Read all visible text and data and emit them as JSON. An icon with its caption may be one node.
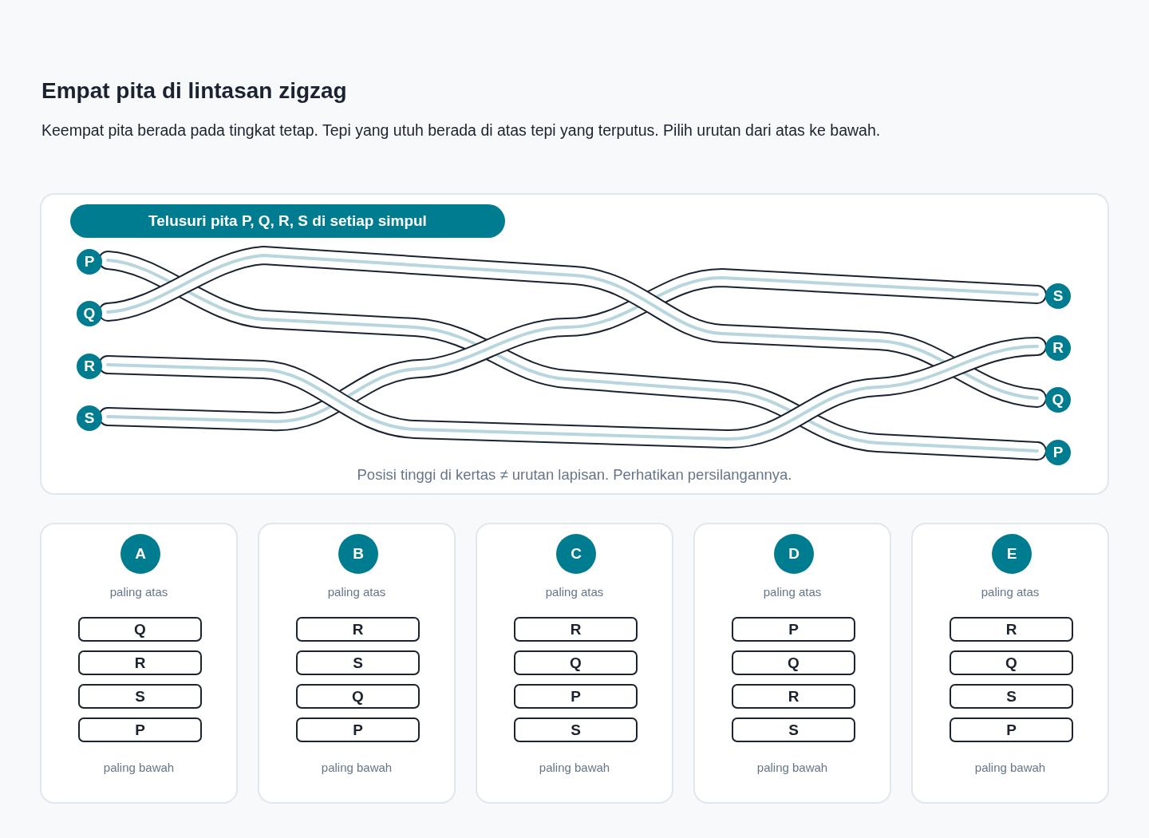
{
  "diagram": {
    "title": "Empat pita di lintasan zigzag",
    "labels": [
      "Keempat pita berada pada tingkat tetap. Tepi yang utuh berada di atas tepi yang terputus. Pilih urutan dari atas ke bawah."
    ],
    "nodes": [
      {
        "text": [
          "Posisi tinggi di kertas ≠ urutan lapisan. Perhatikan persilangannya."
        ]
      },
      {
        "text": [
          "Telusuri pita P, Q, R, S di setiap simpul"
        ],
        "in": 0
      },
      {
        "text": [
          "P"
        ],
        "in": 0
      },
      {
        "text": [
          "Q"
        ],
        "in": 0
      },
      {
        "text": [
          "R"
        ],
        "in": 0
      },
      {
        "text": [
          "S"
        ],
        "in": 0
      },
      {
        "text": [
          "S"
        ],
        "in": 0
      },
      {
        "text": [
          "R"
        ],
        "in": 0
      },
      {
        "text": [
          "Q"
        ],
        "in": 0
      },
      {
        "text": [
          "P"
        ],
        "in": 0
      },
      {
        "text": [
          "paling atas",
          "paling bawah"
        ]
      },
      {
        "text": [
          "A"
        ],
        "in": 10
      },
      {
        "text": [
          "Q"
        ],
        "in": 10
      },
      {
        "text": [
          "R"
        ],
        "in": 10
      },
      {
        "text": [
          "S"
        ],
        "in": 10
      },
      {
        "text": [
          "P"
        ],
        "in": 10
      },
      {
        "text": [
          "paling atas",
          "paling bawah"
        ]
      },
      {
        "text": [
          "B"
        ],
        "in": 16
      },
      {
        "text": [
          "R"
        ],
        "in": 16
      },
      {
        "text": [
          "S"
        ],
        "in": 16
      },
      {
        "text": [
          "Q"
        ],
        "in": 16
      },
      {
        "text": [
          "P"
        ],
        "in": 16
      },
      {
        "text": [
          "paling atas",
          "paling bawah"
        ]
      },
      {
        "text": [
          "C"
        ],
        "in": 22
      },
      {
        "text": [
          "R"
        ],
        "in": 22
      },
      {
        "text": [
          "Q"
        ],
        "in": 22
      },
      {
        "text": [
          "P"
        ],
        "in": 22
      },
      {
        "text": [
          "S"
        ],
        "in": 22
      },
      {
        "text": [
          "paling atas",
          "paling bawah"
        ]
      },
      {
        "text": [
          "D"
        ],
        "in": 28
      },
      {
        "text": [
          "P"
        ],
        "in": 28
      },
      {
        "text": [
          "Q"
        ],
        "in": 28
      },
      {
        "text": [
          "R"
        ],
        "in": 28
      },
      {
        "text": [
          "S"
        ],
        "in": 28
      },
      {
        "text": [
          "paling atas",
          "paling bawah"
        ]
      },
      {
        "text": [
          "E"
        ],
        "in": 34
      },
      {
        "text": [
          "R"
        ],
        "in": 34
      },
      {
        "text": [
          "Q"
        ],
        "in": 34
      },
      {
        "text": [
          "S"
        ],
        "in": 34
      },
      {
        "text": [
          "P"
        ],
        "in": 34
      }
    ],
    "edges": [
      {
        "from": 2,
        "to": 9,
        "arrow": "none"
      },
      {
        "from": 3,
        "to": 8,
        "arrow": "none"
      },
      {
        "from": 4,
        "to": 7,
        "arrow": "none"
      },
      {
        "from": 5,
        "to": 6,
        "arrow": "none"
      }
    ]
  }
}
